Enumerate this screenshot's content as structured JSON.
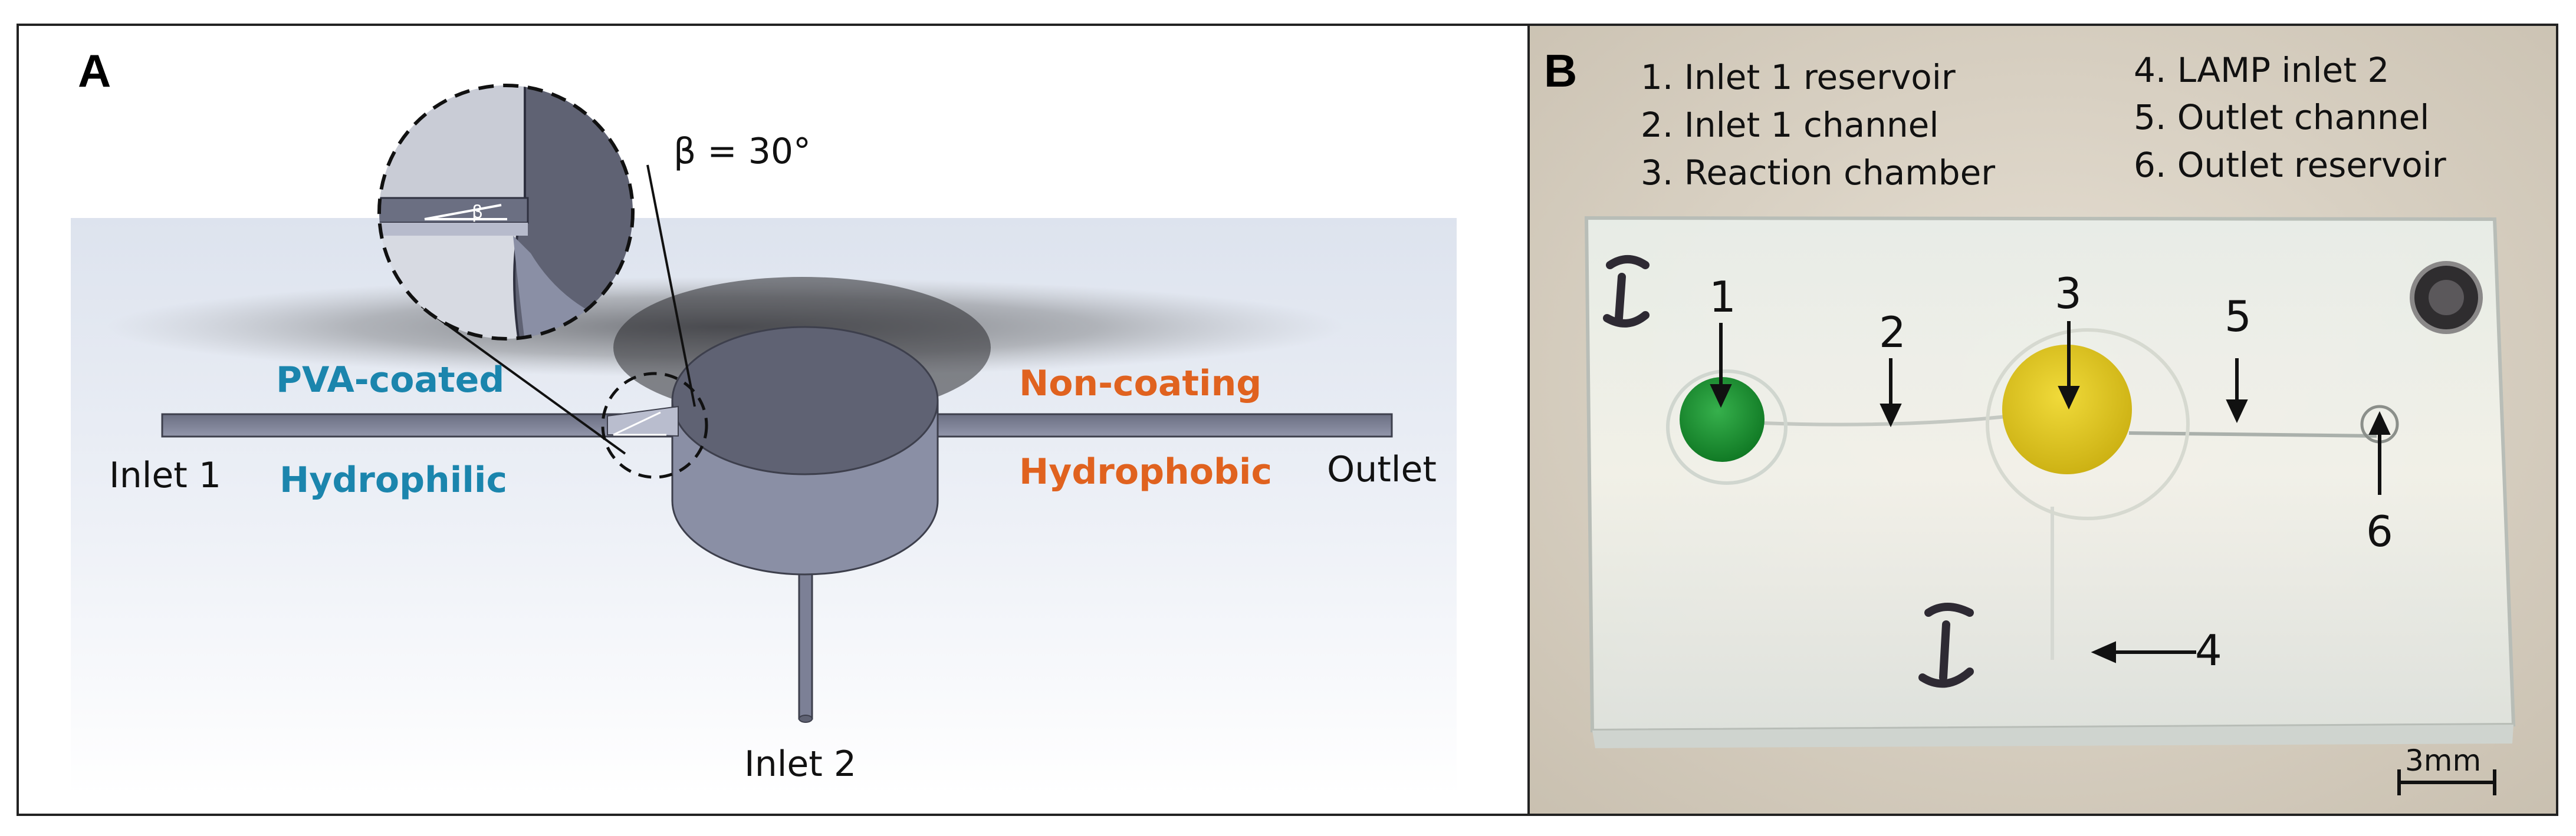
{
  "panel_a": {
    "letter": "A",
    "angle_label": "β = 30°",
    "inlet1": "Inlet 1",
    "inlet2": "Inlet 2",
    "outlet": "Outlet",
    "left_coating": "PVA-coated",
    "left_property": "Hydrophilic",
    "right_coating": "Non-coating",
    "right_property": "Hydrophobic",
    "zoom_beta": "β"
  },
  "panel_b": {
    "letter": "B",
    "legend_left": [
      "1. Inlet 1 reservoir",
      "2. Inlet 1 channel",
      "3. Reaction chamber"
    ],
    "legend_right": [
      "4. LAMP inlet 2",
      "5. Outlet channel",
      "6. Outlet reservoir"
    ],
    "markers": [
      "1",
      "2",
      "3",
      "4",
      "5",
      "6"
    ],
    "scale_bar": "3mm"
  },
  "colors": {
    "chip_body": "#5f6273",
    "chip_side": "#8a8fa5",
    "hydrophilic_text": "#1b85ad",
    "hydrophobic_text": "#e0621f",
    "green_dye": "#1e9a35",
    "yellow_dye": "#e2cb1c"
  }
}
